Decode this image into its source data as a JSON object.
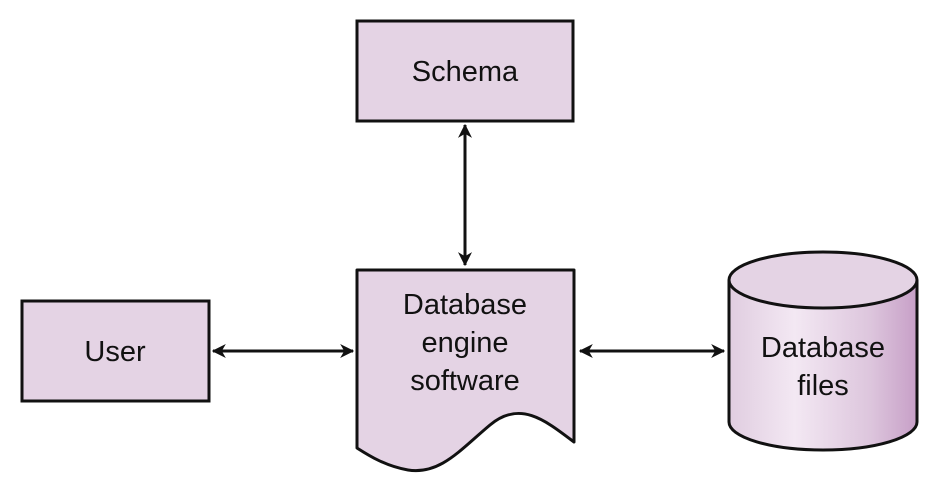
{
  "nodes": {
    "schema": {
      "label": "Schema"
    },
    "user": {
      "label": "User"
    },
    "engine": {
      "label_lines": [
        "Database",
        "engine",
        "software"
      ]
    },
    "files": {
      "label_lines": [
        "Database",
        "files"
      ]
    }
  },
  "edges": [
    {
      "from": "schema",
      "to": "engine",
      "direction": "both"
    },
    {
      "from": "user",
      "to": "engine",
      "direction": "both"
    },
    {
      "from": "engine",
      "to": "files",
      "direction": "both"
    }
  ],
  "colors": {
    "box_fill": "#e4d3e4",
    "stroke": "#111111",
    "cylinder_light": "#f3e8f3",
    "cylinder_dark": "#c79fc7"
  }
}
